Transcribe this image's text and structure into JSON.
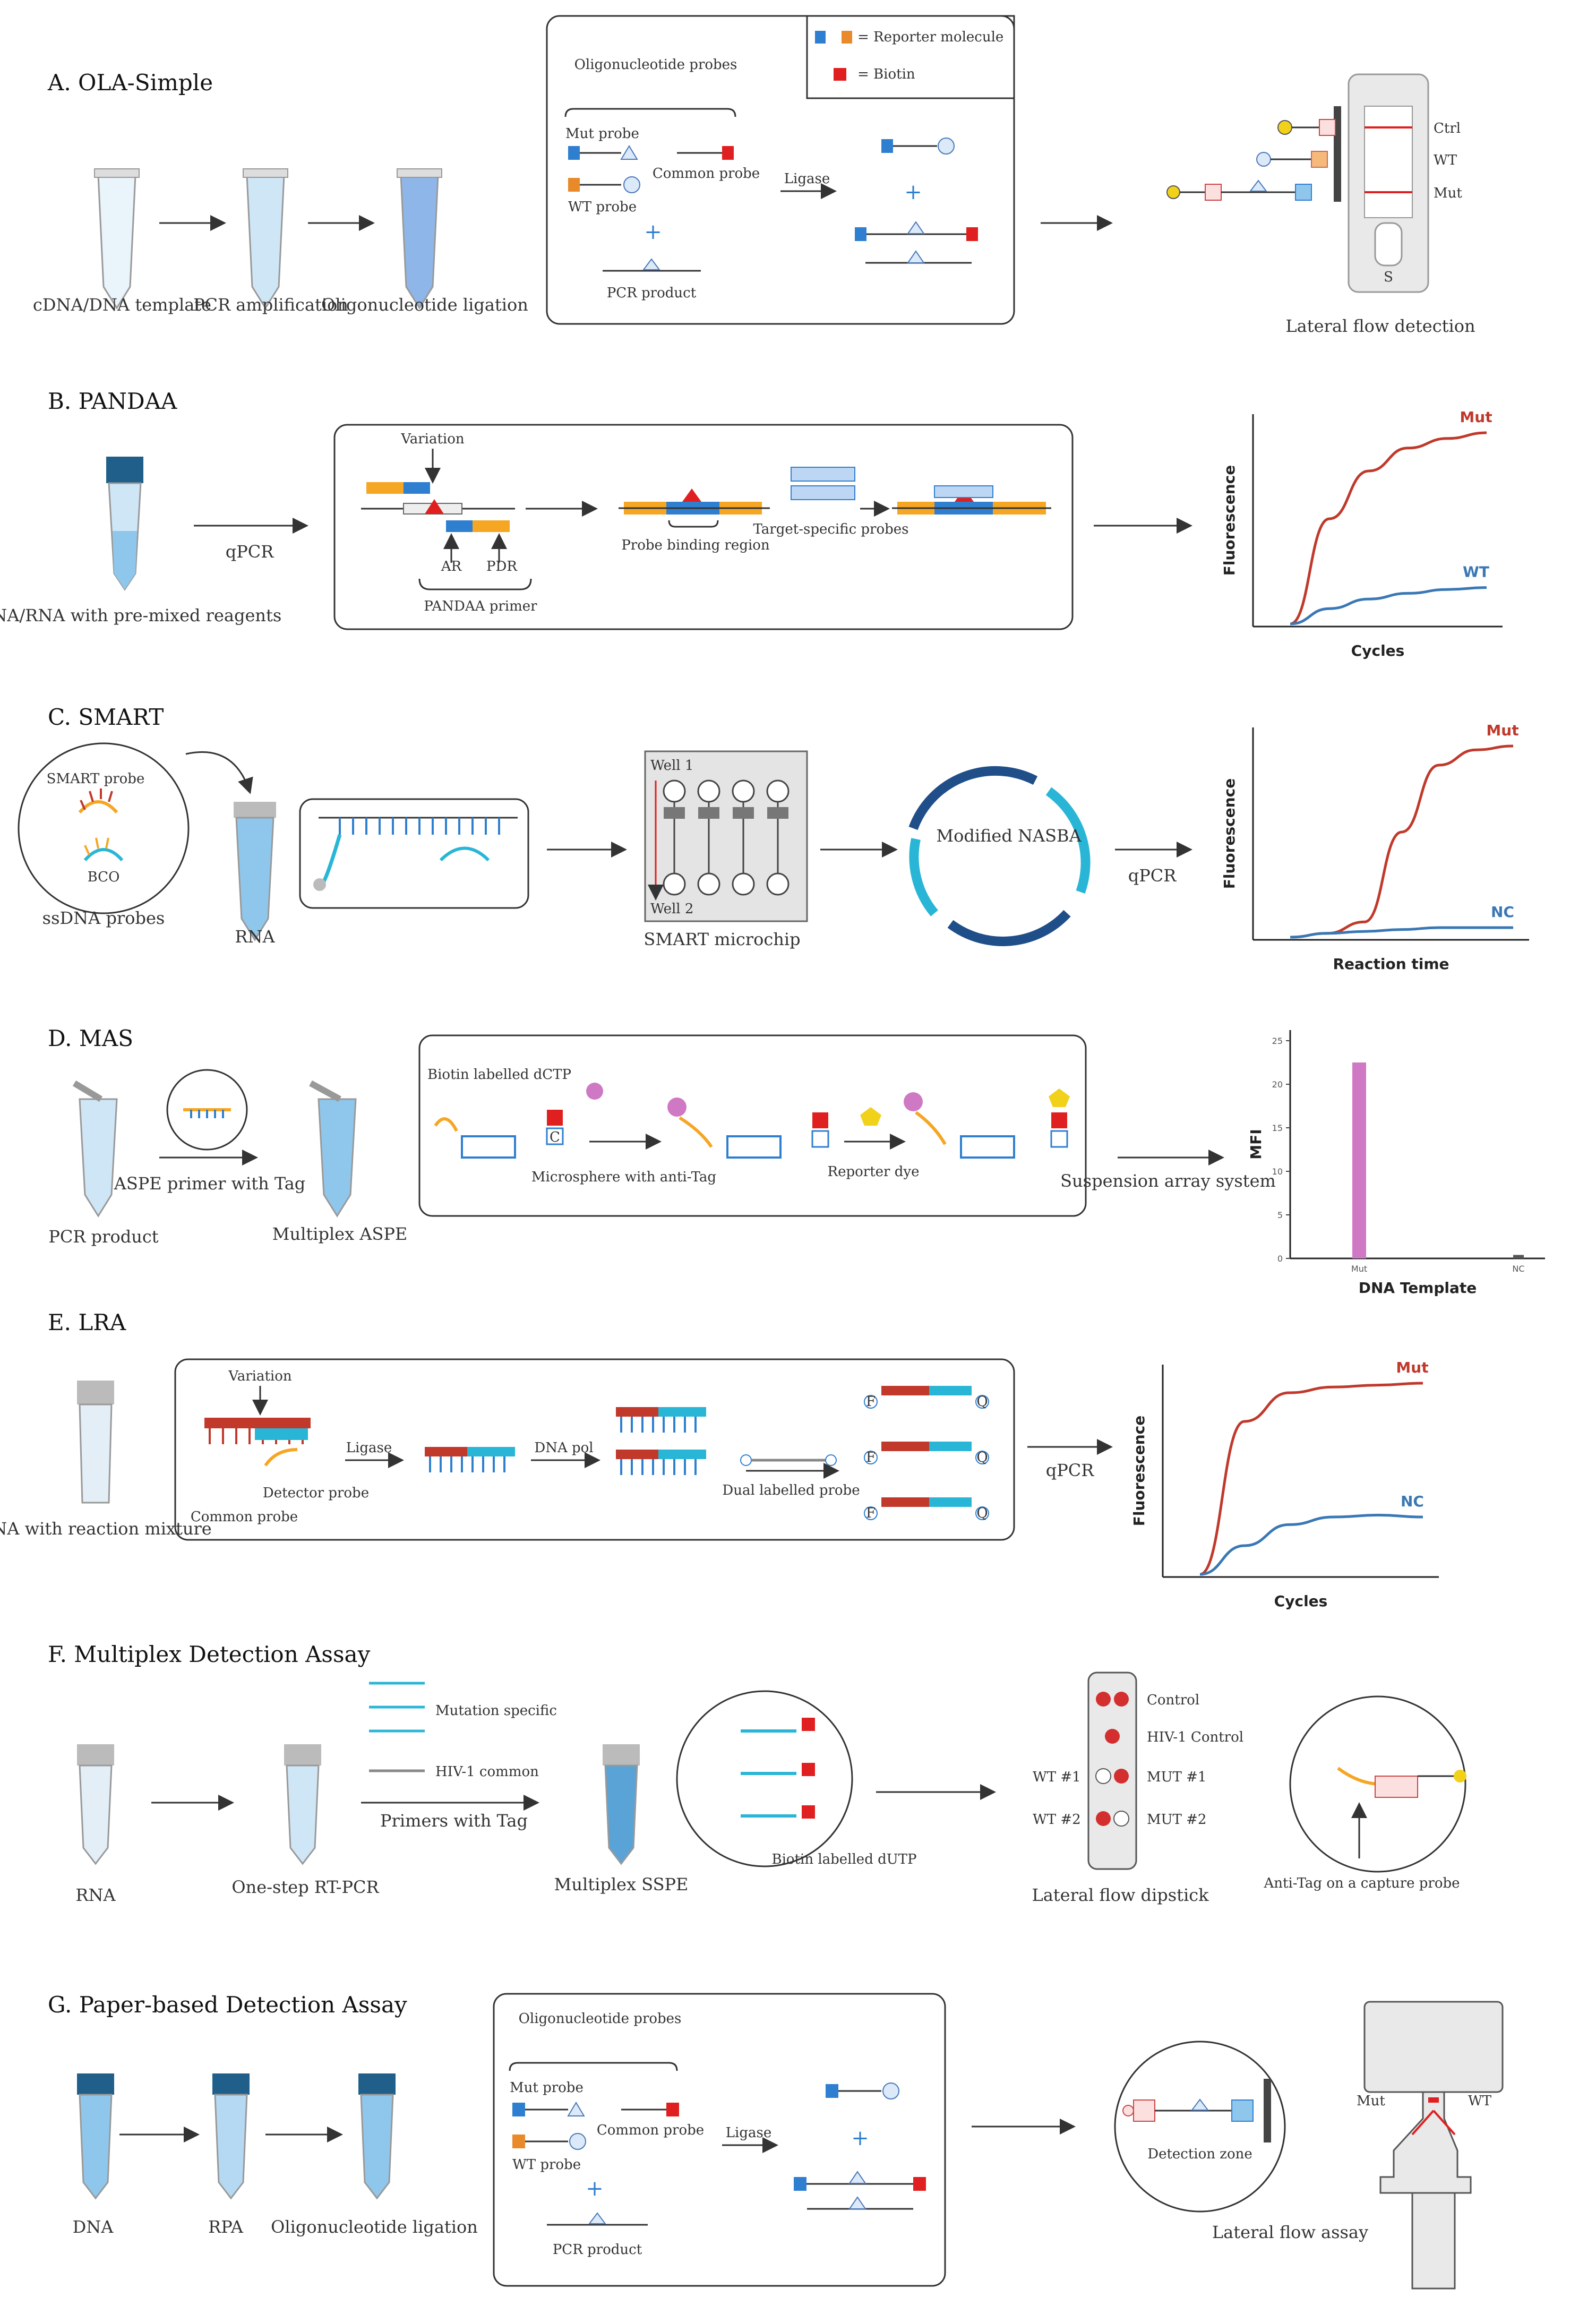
{
  "colors": {
    "blue": "#2f7fd0",
    "orange": "#e88a2a",
    "red": "#e02020",
    "mut": "#c0392b",
    "wt": "#3a78b5",
    "tube": "#8fc7ec",
    "orange2": "#f5a623",
    "pink": "#cf78c4",
    "teal": "#29b6d6",
    "navy": "#1f4e89",
    "yellow": "#f2d11a"
  },
  "panelA": {
    "title": "A. OLA-Simple",
    "tube1": "cDNA/DNA template",
    "tube2": "PCR amplification",
    "tube3": "Oligonucleotide ligation",
    "probes_title": "Oligonucleotide probes",
    "mut_probe": "Mut probe",
    "wt_probe": "WT probe",
    "common_probe": "Common probe",
    "pcr_product": "PCR product",
    "ligase": "Ligase",
    "legend_reporter": "= Reporter molecule",
    "legend_biotin": "= Biotin",
    "strip_ctrl": "Ctrl",
    "strip_wt": "WT",
    "strip_mut": "Mut",
    "strip_s": "S",
    "result": "Lateral flow detection"
  },
  "panelB": {
    "title": "B. PANDAA",
    "tube": "DNA/RNA with pre-mixed reagents",
    "qpcr": "qPCR",
    "variation": "Variation",
    "ar": "AR",
    "pdr": "PDR",
    "primer": "PANDAA primer",
    "probe_binding": "Probe binding region",
    "target_specific": "Target-specific probes",
    "chart_y": "Fluorescence",
    "chart_x": "Cycles",
    "mut": "Mut",
    "wt": "WT"
  },
  "panelC": {
    "title": "C. SMART",
    "smart_probe": "SMART probe",
    "bco": "BCO",
    "ssdna": "ssDNA probes",
    "rna": "RNA",
    "well1": "Well 1",
    "well2": "Well 2",
    "microchip": "SMART microchip",
    "nasba": "Modified NASBA",
    "qpcr": "qPCR",
    "chart_y": "Fluorescence",
    "chart_x": "Reaction time",
    "mut": "Mut",
    "nc": "NC"
  },
  "panelD": {
    "title": "D. MAS",
    "tube1": "PCR product",
    "aspe": "ASPE primer with Tag",
    "tube2": "Multiplex ASPE",
    "biotin": "Biotin labelled dCTP",
    "microsphere": "Microsphere with anti-Tag",
    "reporter": "Reporter dye",
    "suspension": "Suspension array system",
    "c": "C",
    "chart_y": "MFI",
    "chart_x": "DNA Template"
  },
  "panelE": {
    "title": "E. LRA",
    "tube": "RNA with reaction mixture",
    "variation": "Variation",
    "ligase": "Ligase",
    "detector": "Detector probe",
    "common": "Common probe",
    "dnapol": "DNA pol",
    "dual": "Dual labelled probe",
    "qpcr": "qPCR",
    "f": "F",
    "q": "Q",
    "chart_y": "Fluorescence",
    "chart_x": "Cycles",
    "mut": "Mut",
    "nc": "NC"
  },
  "panelF": {
    "title": "F. Multiplex Detection Assay",
    "rna": "RNA",
    "rtpcr": "One-step RT-PCR",
    "mutation": "Mutation specific",
    "hiv_common": "HIV-1 common",
    "primers": "Primers with Tag",
    "sspe": "Multiplex SSPE",
    "biotin": "Biotin labelled dUTP",
    "control": "Control",
    "hiv_control": "HIV-1 Control",
    "mut1": "MUT #1",
    "mut2": "MUT #2",
    "wt1": "WT #1",
    "wt2": "WT #2",
    "dipstick": "Lateral flow dipstick",
    "antitag": "Anti-Tag on a capture probe"
  },
  "panelG": {
    "title": "G. Paper-based Detection Assay",
    "dna": "DNA",
    "rpa": "RPA",
    "ligation": "Oligonucleotide ligation",
    "probes_title": "Oligonucleotide probes",
    "mut_probe": "Mut probe",
    "wt_probe": "WT probe",
    "common_probe": "Common probe",
    "pcr_product": "PCR product",
    "ligase": "Ligase",
    "detection_zone": "Detection zone",
    "mut": "Mut",
    "wt": "WT",
    "assay": "Lateral flow assay"
  },
  "chart_data": [
    {
      "type": "line",
      "title": "",
      "xlabel": "Cycles",
      "ylabel": "Fluorescence",
      "series": [
        {
          "name": "Mut",
          "values": [
            0,
            0.55,
            0.8,
            0.92,
            0.97,
            1.0
          ]
        },
        {
          "name": "WT",
          "values": [
            0,
            0.08,
            0.13,
            0.16,
            0.18,
            0.19
          ]
        }
      ]
    },
    {
      "type": "line",
      "title": "",
      "xlabel": "Reaction time",
      "ylabel": "Fluorescence",
      "series": [
        {
          "name": "Mut",
          "values": [
            0,
            0.02,
            0.08,
            0.55,
            0.9,
            0.98,
            1.0
          ]
        },
        {
          "name": "NC",
          "values": [
            0,
            0.02,
            0.03,
            0.04,
            0.05,
            0.05,
            0.05
          ]
        }
      ]
    },
    {
      "type": "bar",
      "title": "",
      "xlabel": "DNA Template",
      "ylabel": "MFI",
      "categories": [
        "Mut",
        "NC"
      ],
      "values": [
        22.5,
        0.4
      ],
      "yticks": [
        "0",
        "5",
        "10",
        "15",
        "20",
        "25"
      ],
      "ylim": [
        0,
        25
      ]
    },
    {
      "type": "line",
      "title": "",
      "xlabel": "Cycles",
      "ylabel": "Fluorescence",
      "series": [
        {
          "name": "Mut",
          "values": [
            0,
            0.8,
            0.95,
            0.98,
            0.99,
            1.0
          ]
        },
        {
          "name": "NC",
          "values": [
            0,
            0.15,
            0.26,
            0.3,
            0.31,
            0.3
          ]
        }
      ]
    }
  ]
}
